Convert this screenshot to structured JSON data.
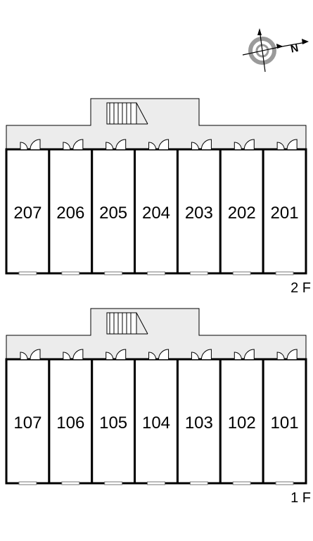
{
  "compass": {
    "north_label": "N",
    "icon": "compass-rose-icon"
  },
  "colors": {
    "corridor": "#ececec",
    "wall": "#000000",
    "window": "#ffffff"
  },
  "floors": [
    {
      "label": "2 F",
      "units": [
        "207",
        "206",
        "205",
        "204",
        "203",
        "202",
        "201"
      ]
    },
    {
      "label": "1 F",
      "units": [
        "107",
        "106",
        "105",
        "104",
        "103",
        "102",
        "101"
      ]
    }
  ]
}
